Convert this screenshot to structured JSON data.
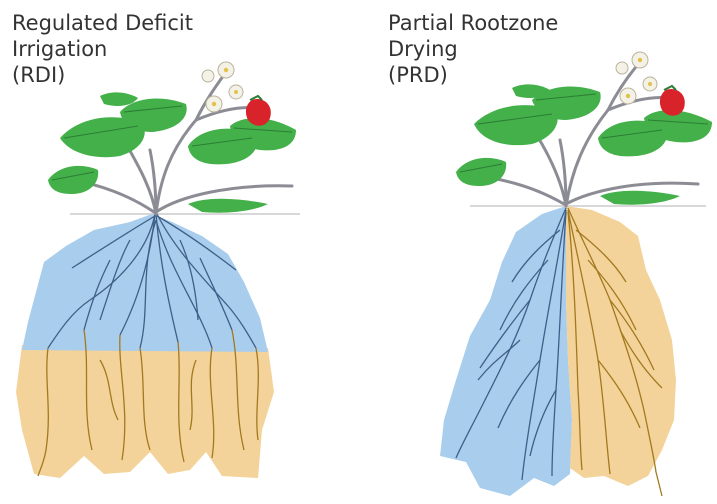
{
  "panels": [
    {
      "id": "rdi",
      "title_lines": [
        "Regulated Deficit",
        "Irrigation",
        "(RDI)"
      ]
    },
    {
      "id": "prd",
      "title_lines": [
        "Partial Rootzone",
        "Drying",
        "(PRD)"
      ]
    }
  ],
  "colors": {
    "wet_soil": "#a9cdec",
    "dry_soil": "#f3d39a",
    "root_wet": "#3f5f88",
    "root_dry": "#a3791f",
    "leaf": "#43b04a",
    "leaf_dark": "#2c7d35",
    "stem": "#8c8c95",
    "berry": "#d9232b",
    "flower": "#f4f1e6",
    "ground": "#d8d8d8"
  }
}
